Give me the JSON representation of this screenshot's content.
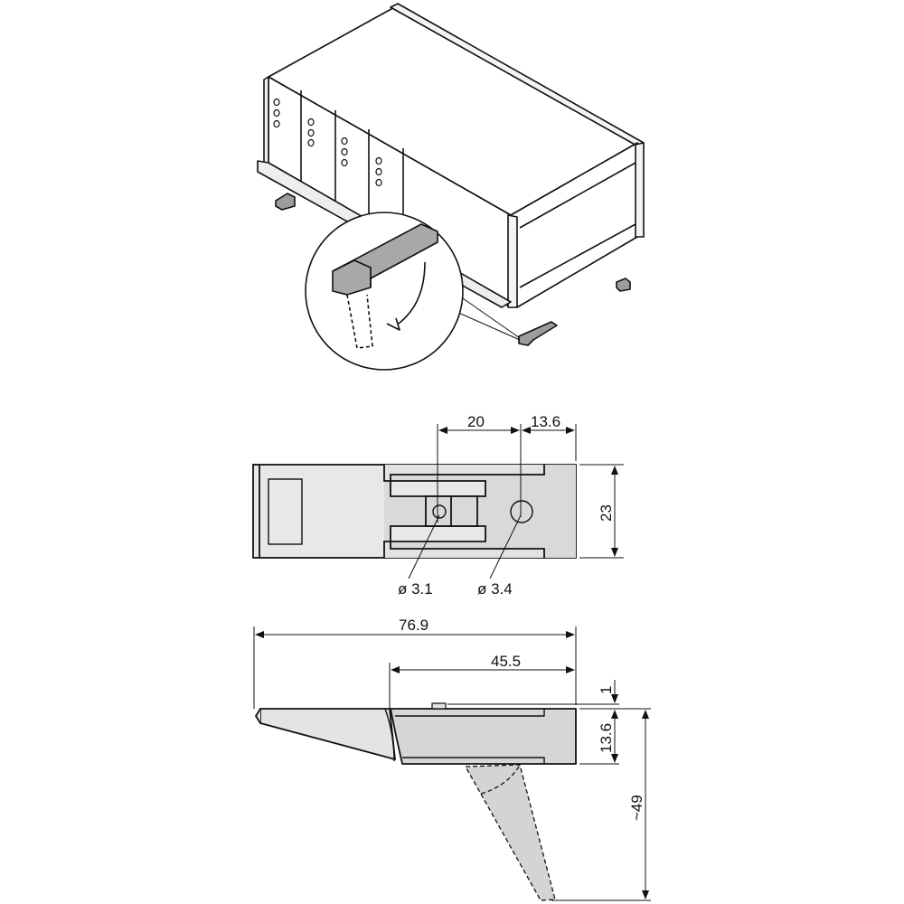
{
  "diagram": {
    "type": "technical-drawing",
    "subject": "enclosure tilt foot / stand",
    "colors": {
      "line": "#111111",
      "fill_light": "#e6e6e6",
      "fill_mid": "#d6d6d6",
      "fill_dark": "#a8a8a8",
      "leg_fill": "#dcdcdc"
    },
    "isometric_view": {
      "label": "enclosure-with-tilt-feet",
      "detail_callout": "rotate foot down"
    },
    "top_view": {
      "dimensions": {
        "hole_spacing": "20",
        "hole_to_edge": "13.6",
        "width": "23",
        "hole_small": "ø 3.1",
        "hole_large": "ø 3.4"
      }
    },
    "side_view": {
      "dimensions": {
        "total_length": "76.9",
        "body_length": "45.5",
        "top_step": "1",
        "body_height": "13.6",
        "extended_height": "~49"
      }
    }
  }
}
